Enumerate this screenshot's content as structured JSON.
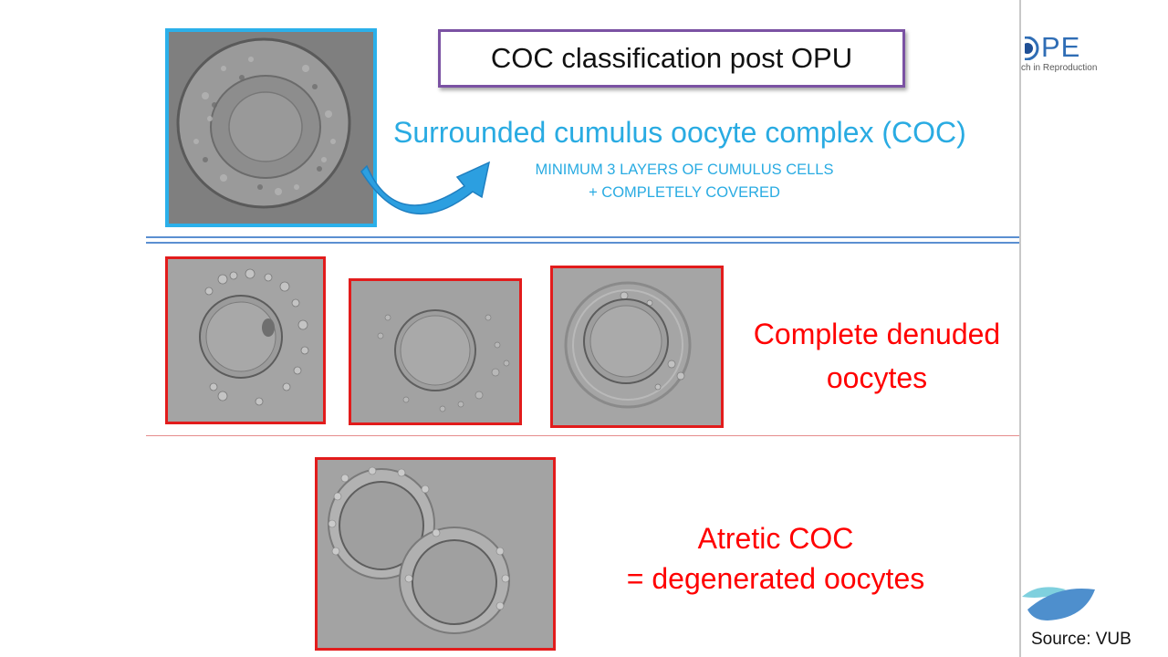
{
  "slide": {
    "title": "COC classification post OPU",
    "sections": {
      "surrounded": {
        "heading": "Surrounded cumulus oocyte complex (COC)",
        "sub_line1": "MINIMUM 3 LAYERS OF CUMULUS CELLS",
        "sub_line2": "+ COMPLETELY COVERED"
      },
      "denuded": {
        "line1": "Complete denuded",
        "line2": "oocytes"
      },
      "atretic": {
        "line1": "Atretic COC",
        "line2": "= degenerated oocytes"
      }
    }
  },
  "sidebar": {
    "logo_text": "PE",
    "logo_subtext": "ch in Reproduction",
    "source": "Source: VUB"
  },
  "colors": {
    "accent_blue": "#29abe2",
    "accent_red": "#ff0000",
    "title_border": "#7b52a3",
    "logo_blue": "#2f6db5"
  }
}
